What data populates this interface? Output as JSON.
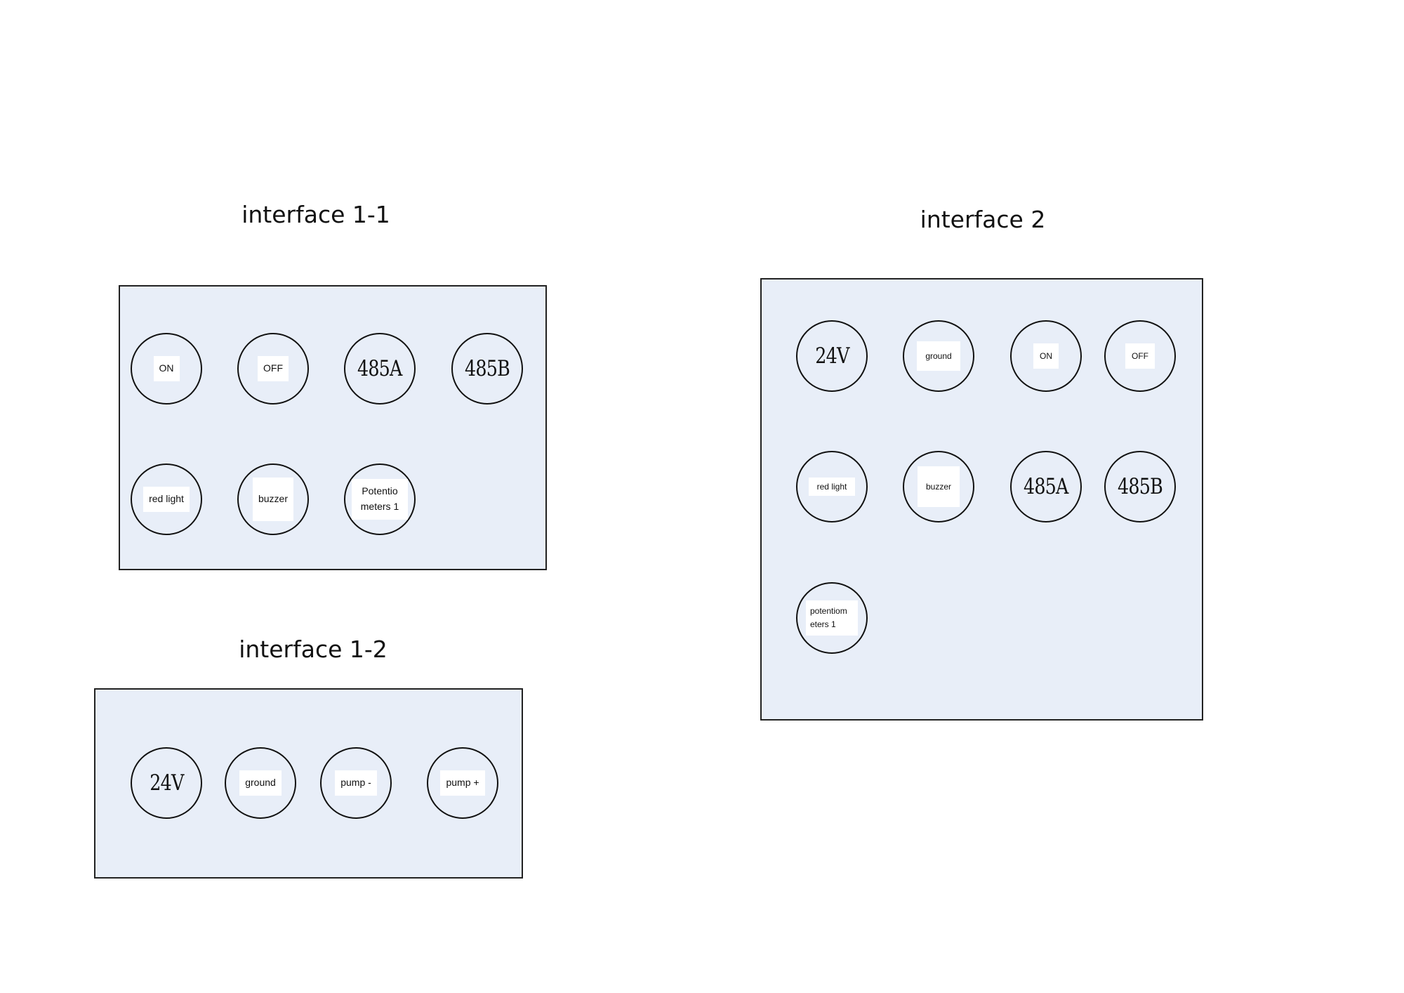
{
  "panels": {
    "interface_1_1": {
      "title": "interface 1-1",
      "terminals": [
        {
          "label": "ON"
        },
        {
          "label": "OFF"
        },
        {
          "label": "485A"
        },
        {
          "label": "485B"
        },
        {
          "label": "red light"
        },
        {
          "label": "buzzer"
        },
        {
          "label": "Potentio meters 1"
        }
      ]
    },
    "interface_1_2": {
      "title": "interface 1-2",
      "terminals": [
        {
          "label": "24V"
        },
        {
          "label": "ground"
        },
        {
          "label": "pump -"
        },
        {
          "label": "pump +"
        }
      ]
    },
    "interface_2": {
      "title": "interface 2",
      "terminals": [
        {
          "label": "24V"
        },
        {
          "label": "ground"
        },
        {
          "label": "ON"
        },
        {
          "label": "OFF"
        },
        {
          "label": "red light"
        },
        {
          "label": "buzzer"
        },
        {
          "label": "485A"
        },
        {
          "label": "485B"
        },
        {
          "label": "potentiom eters 1"
        }
      ]
    }
  },
  "colors": {
    "panel_fill": "#e8eef8",
    "outline": "#111111",
    "label_box": "#ffffff"
  }
}
